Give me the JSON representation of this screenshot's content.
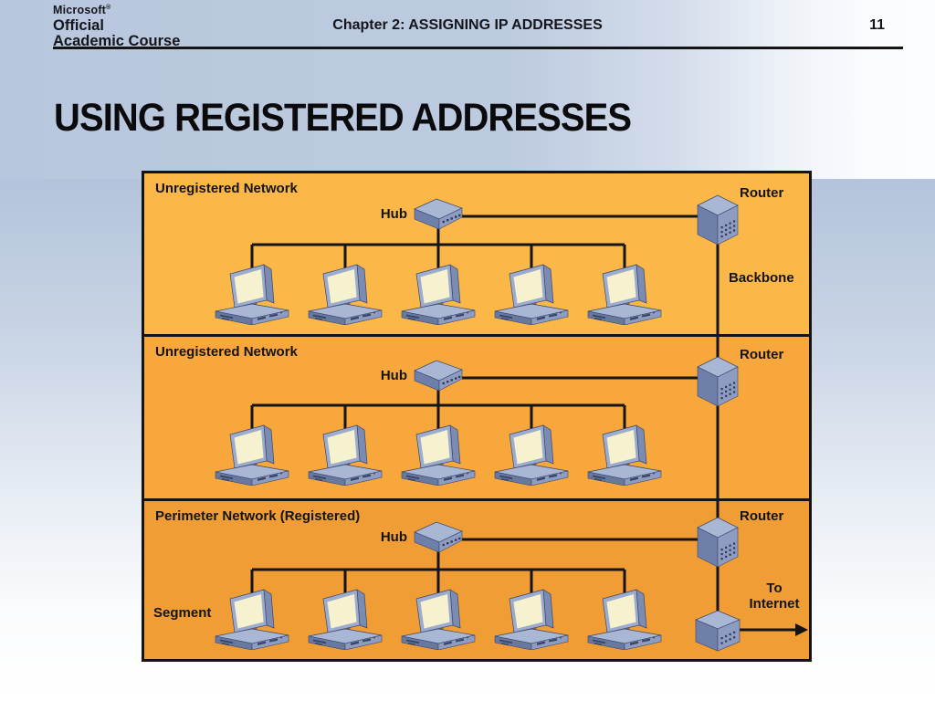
{
  "header": {
    "logo_line1": "Microsoft",
    "logo_registered": "®",
    "logo_line2": "Official",
    "logo_line3": "Academic Course",
    "chapter_title": "Chapter 2: ASSIGNING IP ADDRESSES",
    "page_number": "11"
  },
  "title": "USING REGISTERED ADDRESSES",
  "diagram": {
    "bands": [
      {
        "title": "Unregistered Network",
        "hub_label": "Hub",
        "router_label": "Router",
        "backbone_label": "Backbone",
        "computer_count": 5,
        "bg_color": "#fbb747"
      },
      {
        "title": "Unregistered Network",
        "hub_label": "Hub",
        "router_label": "Router",
        "computer_count": 5,
        "bg_color": "#f7a73c"
      },
      {
        "title": "Perimeter Network (Registered)",
        "hub_label": "Hub",
        "router_label": "Router",
        "segment_label": "Segment",
        "to_internet_line1": "To",
        "to_internet_line2": "Internet",
        "computer_count": 5,
        "bg_color": "#f09d35"
      }
    ],
    "border_color": "#141414",
    "line_color": "#141414",
    "device_colors": {
      "top_face": "#a9b7d5",
      "left_face": "#6e80aa",
      "right_face": "#8d9cc0",
      "screen": "#f6f2d0",
      "detail": "#2f3a5c"
    }
  },
  "background": {
    "blue": "#b6c5dd",
    "white": "#ffffff"
  }
}
